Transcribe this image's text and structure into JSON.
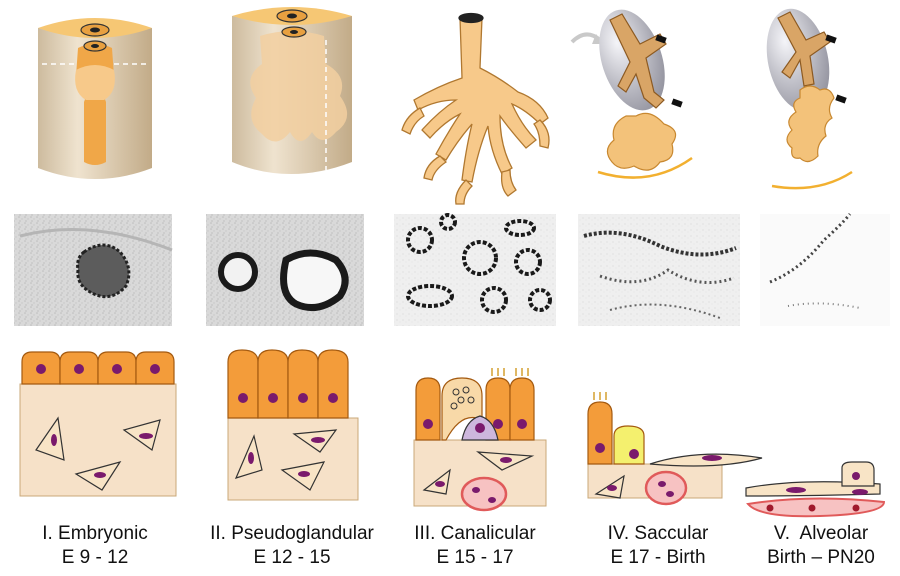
{
  "stages": [
    {
      "label": "I. Embryonic",
      "range": "E 9 - 12"
    },
    {
      "label": "II. Pseudoglandular",
      "range": "E 12 - 15"
    },
    {
      "label": "III. Canalicular",
      "range": "E 15 - 17"
    },
    {
      "label": "IV. Saccular",
      "range": "E 17 - Birth"
    },
    {
      "label": "V.  Alveolar",
      "range": "Birth – PN20"
    }
  ],
  "colors": {
    "tissue": "#f3b35a",
    "tissue_light": "#f7d7a4",
    "tube_fill": "#e2d2b8",
    "cell": "#f39c3a",
    "nucleus": "#7a1a6c",
    "mesenchyme": "#f6e1c8",
    "vessel": "#e05a5a",
    "type2": "#f4f06e",
    "neuroendocrine": "#cdb7dd"
  },
  "icons": [
    "lung-tube-stage1",
    "lung-tube-stage2",
    "airway-tree",
    "airway-sac",
    "alveolar-sac"
  ]
}
